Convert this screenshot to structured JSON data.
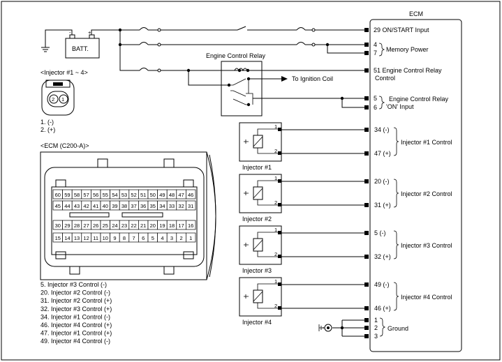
{
  "ecm_title": "ECM",
  "battery_label": "BATT.",
  "relay_title": "Engine Control Relay",
  "to_ignition": "To Ignition Coil",
  "injector_connector_title": "<Injector #1 ~ 4>",
  "injector_pins": [
    "1. (-)",
    "2. (+)"
  ],
  "injector_pin_numbers": [
    "2",
    "1"
  ],
  "ecm_connector_title": "<ECM (C200-A)>",
  "ecm_pins": {
    "row1": [
      "60",
      "59",
      "58",
      "57",
      "56",
      "55",
      "54",
      "53",
      "52",
      "51",
      "50",
      "49",
      "48",
      "47",
      "46"
    ],
    "row2": [
      "45",
      "44",
      "43",
      "42",
      "41",
      "40",
      "39",
      "38",
      "37",
      "36",
      "35",
      "34",
      "33",
      "32",
      "31"
    ],
    "row3": [
      "30",
      "29",
      "28",
      "27",
      "26",
      "25",
      "24",
      "23",
      "22",
      "21",
      "20",
      "19",
      "18",
      "17",
      "16"
    ],
    "row4": [
      "15",
      "14",
      "13",
      "12",
      "11",
      "10",
      "9",
      "8",
      "7",
      "6",
      "5",
      "4",
      "3",
      "2",
      "1"
    ]
  },
  "legend": [
    "5. Injector #3 Control (-)",
    "20. Injector #2 Control (-)",
    "31. Injector #2 Control (+)",
    "32. Injector #3 Control (+)",
    "34. Injector #1 Control (-)",
    "46. Injector #4 Control (+)",
    "47. Injector #1 Control (+)",
    "49. Injector #4 Control (-)"
  ],
  "ecm_terminals": {
    "t29": "29 ON/START Input",
    "t4": "4",
    "t7": "7",
    "memory_power": "Memory Power",
    "t51": "51 Engine Control Relay",
    "t51b": "Control",
    "t5": "5",
    "t6": "6",
    "relay_on_a": "Engine Control Relay",
    "relay_on_b": "'ON' Input",
    "inj1": [
      "34 (-)",
      "47 (+)"
    ],
    "inj1_label": "Injector #1 Control",
    "inj2": [
      "20 (-)",
      "31 (+)"
    ],
    "inj2_label": "Injector #2 Control",
    "inj3": [
      "5 (-)",
      "32 (+)"
    ],
    "inj3_label": "Injector #3 Control",
    "inj4": [
      "49 (-)",
      "46 (+)"
    ],
    "inj4_label": "Injector #4 Control",
    "gnd": [
      "1",
      "2",
      "3"
    ],
    "gnd_label": "Ground"
  },
  "injector_names": [
    "Injector #1",
    "Injector #2",
    "Injector #3",
    "Injector #4"
  ],
  "injector_pin_tags": [
    "1",
    "2"
  ]
}
